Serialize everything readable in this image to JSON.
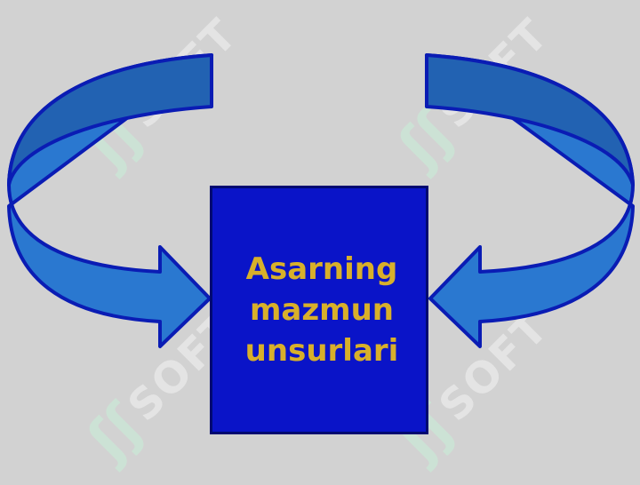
{
  "diagram": {
    "center_label": "Asarning\nmazmun\nunsurlari",
    "arrow_count": 2
  },
  "watermark": {
    "text": "SOFT",
    "logo": "ʃʃ"
  },
  "colors": {
    "background": "#d2d2d2",
    "box_fill": "#0a14c8",
    "box_border": "#000a70",
    "label_text": "#d8b02a",
    "arrow_fill": "#2a78d0",
    "arrow_fill_inner": "#2262b2",
    "arrow_stroke": "#0a1cb4"
  }
}
